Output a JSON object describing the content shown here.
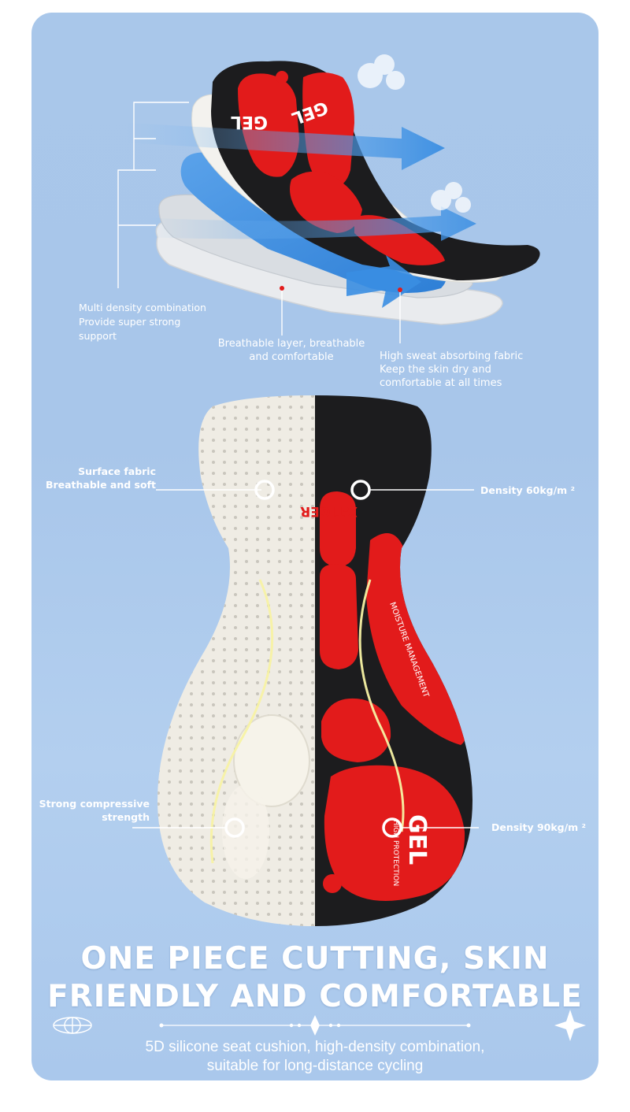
{
  "callouts_top": {
    "multi_density": [
      "Multi density combination",
      "Provide super strong",
      "support"
    ],
    "breathable_layer": [
      "Breathable layer, breathable",
      "and comfortable"
    ],
    "sweat_fabric": [
      "High sweat absorbing fabric",
      "Keep the skin dry and",
      "comfortable at all times"
    ]
  },
  "callouts_pad": {
    "surface_fabric": [
      "Surface fabric",
      "Breathable and soft"
    ],
    "density_60": "Density 60kg/m ²",
    "compressive": [
      "Strong compressive",
      "strength"
    ],
    "density_90": "Density 90kg/m ²"
  },
  "pad_print": {
    "gel_logo": "GEL",
    "brand": "X-TIGER",
    "high_protection": "HIGH PROTECTION",
    "moisture": "MOISTURE MANAGEMENT"
  },
  "headline": [
    "ONE PIECE CUTTING, SKIN",
    "FRIENDLY AND COMFORTABLE"
  ],
  "subline": [
    "5D silicone seat cushion, high-density combination,",
    "suitable for long-distance cycling"
  ],
  "colors": {
    "background": "#a9c7ea",
    "pad_red": "#e21b1b",
    "pad_black": "#1c1c1e",
    "foam_white": "#efece4",
    "airflow_blue": "#3b8fe0"
  },
  "icons": [
    "globe-icon",
    "sparkle-star-icon",
    "diamond-divider-icon"
  ]
}
